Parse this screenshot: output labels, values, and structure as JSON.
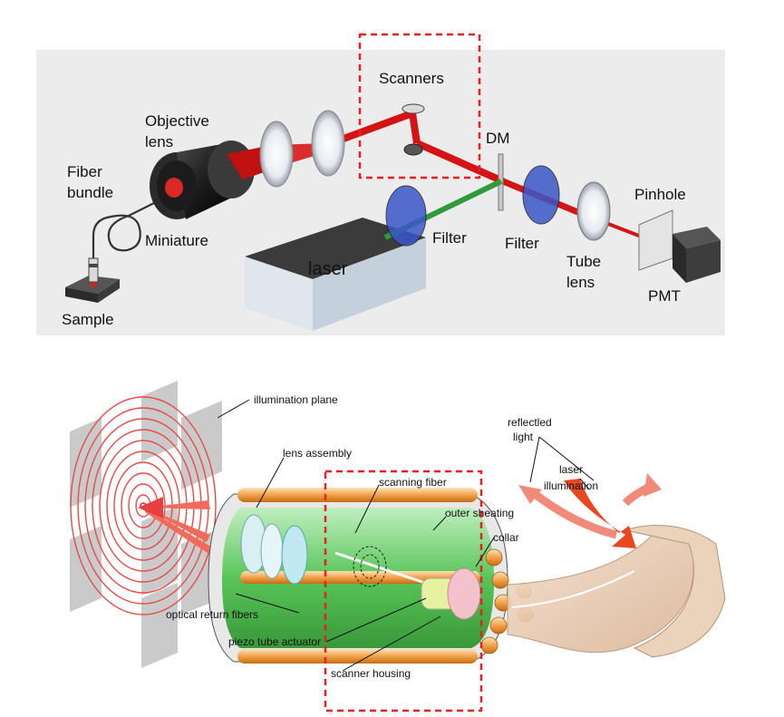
{
  "top_panel": {
    "labels": {
      "scanners": "Scanners",
      "objective_line1": "Objective",
      "objective_line2": "lens",
      "fiber_line1": "Fiber",
      "fiber_line2": "bundle",
      "miniature": "Miniature",
      "sample": "Sample",
      "laser": "laser",
      "filter_left": "Filter",
      "filter_right": "Filter",
      "dm": "DM",
      "tube_line1": "Tube",
      "tube_line2": "lens",
      "pinhole": "Pinhole",
      "pmt": "PMT"
    }
  },
  "bottom_panel": {
    "labels": {
      "illumination_plane": "illumination plane",
      "lens_assembly": "lens assembly",
      "scanning_fiber": "scanning fiber",
      "outer_sheating": "outer sheating",
      "collar": "collar",
      "reflected_line1": "reflectled",
      "reflected_line2": "light",
      "laser_line1": "laser",
      "laser_line2": "illumination",
      "optical_return_fibers": "optical return fibers",
      "piezo_tube_actuator": "piezo tube actuator",
      "scanner_housing": "scanner housing"
    }
  },
  "colors": {
    "highlight_box": "#e32222",
    "beam_red": "#d41414",
    "beam_green": "#2f9a3a",
    "filter_blue": "#3a57c8"
  }
}
